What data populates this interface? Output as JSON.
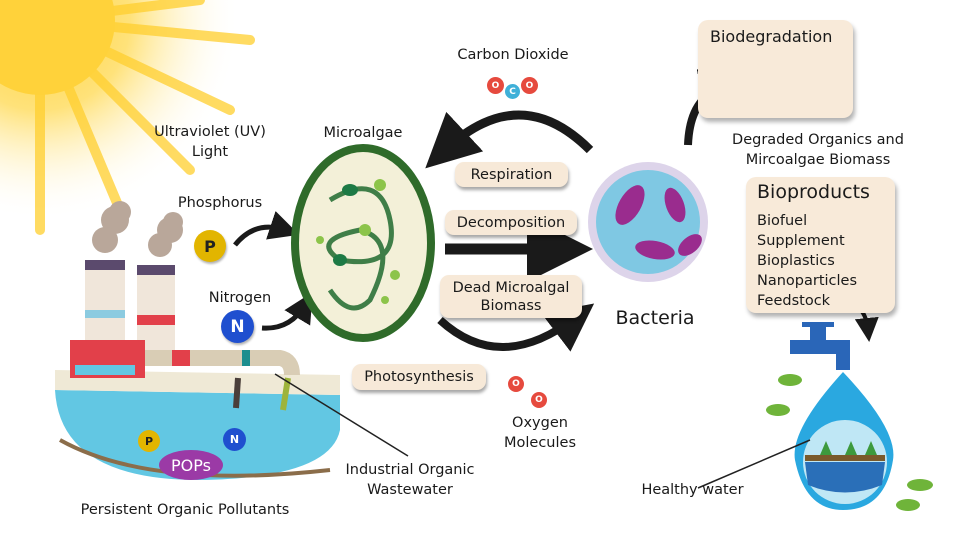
{
  "sun_label": [
    "Ultraviolet (UV)",
    "Light"
  ],
  "carbon_dioxide_label": "Carbon Dioxide",
  "microalgae_label": "Microalgae",
  "processes": {
    "respiration": "Respiration",
    "decomposition": "Decomposition",
    "dead_biomass": [
      "Dead Microalgal",
      "Biomass"
    ],
    "photosynthesis": "Photosynthesis"
  },
  "oxygen_label": [
    "Oxygen",
    "Molecules"
  ],
  "bacteria_label": "Bacteria",
  "biodegradation": {
    "title": "Biodegradation",
    "caption": [
      "Degraded Organics and",
      "Mircoalgae Biomass"
    ]
  },
  "bioproducts": {
    "title": "Bioproducts",
    "items": [
      "Biofuel",
      "Supplement",
      "Bioplastics",
      "Nanoparticles",
      "Feedstock"
    ]
  },
  "nutrients": {
    "phosphorus_label": "Phosphorus",
    "phosphorus_symbol": "P",
    "nitrogen_label": "Nitrogen",
    "nitrogen_symbol": "N"
  },
  "pollutants": {
    "pops_badge": "POPs",
    "caption": "Persistent Organic Pollutants"
  },
  "wastewater_label": [
    "Industrial Organic",
    "Wastewater"
  ],
  "healthy_water_label": "Healthy water",
  "molecule_letters": {
    "carbon": "C",
    "oxygen": "O"
  },
  "colors": {
    "phosphorus": "#e2b500",
    "nitrogen": "#1f4fcf",
    "pops": "#9b3aa6",
    "pill": "#f7e9d8",
    "algae_ring": "#2f6b2a",
    "water": "#5fc9e6"
  }
}
